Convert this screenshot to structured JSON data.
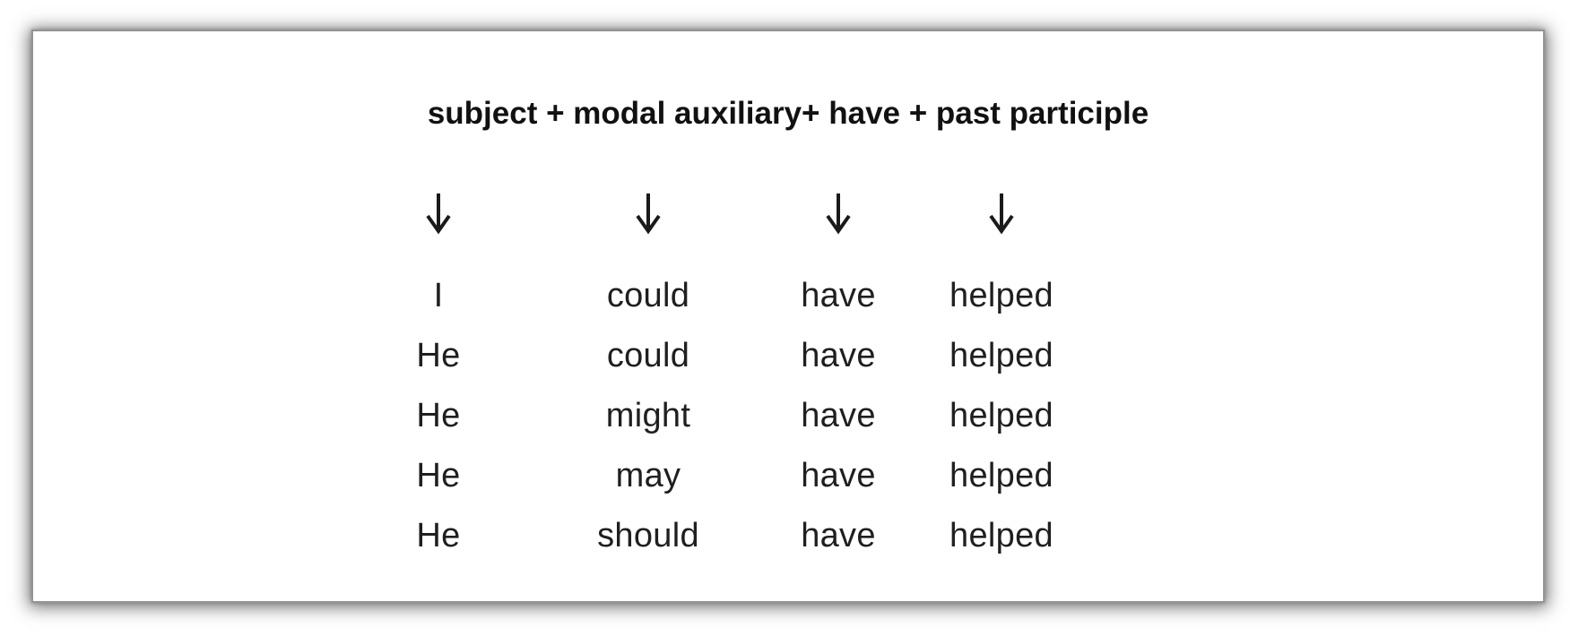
{
  "figure": {
    "title": "subject + modal auxiliary+ have + past participle",
    "arrow_icon": "down-arrow",
    "arrow_glyph": "↓",
    "columns": [
      "subject",
      "modal auxiliary",
      "have",
      "past participle"
    ],
    "rows": [
      {
        "cells": [
          "I",
          "could",
          "have",
          "helped"
        ]
      },
      {
        "cells": [
          "He",
          "could",
          "have",
          "helped"
        ]
      },
      {
        "cells": [
          "He",
          "might",
          "have",
          "helped"
        ]
      },
      {
        "cells": [
          "He",
          "may",
          "have",
          "helped"
        ]
      },
      {
        "cells": [
          "He",
          "should",
          "have",
          "helped"
        ]
      }
    ],
    "colors": {
      "text": "#1f1f1f",
      "title_text": "#111111",
      "panel_border": "#949494",
      "background": "#ffffff"
    }
  }
}
